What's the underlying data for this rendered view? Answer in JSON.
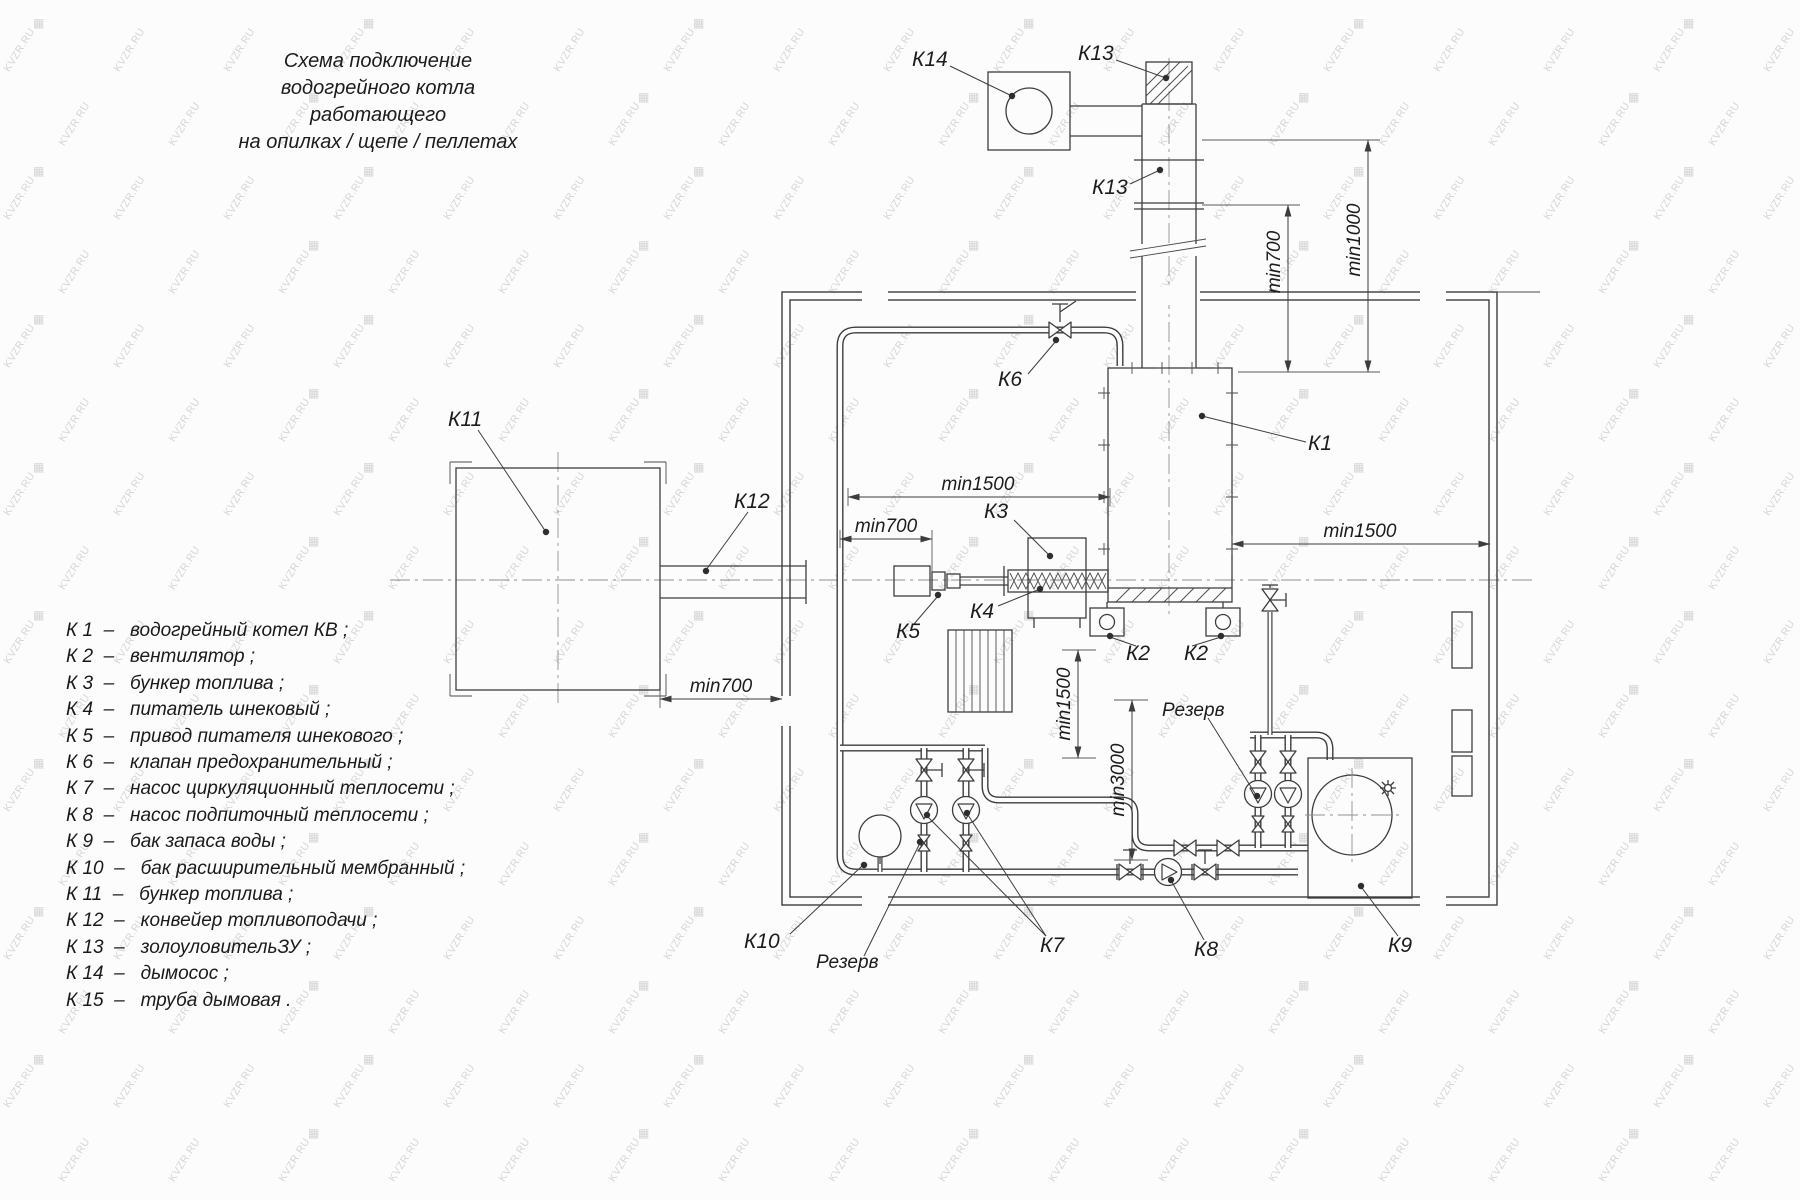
{
  "watermark": {
    "text": "KVZR.RU"
  },
  "title": {
    "lines": [
      "Схема подключение",
      "водогрейного котла работающего",
      "на опилках / щепе / пеллетах"
    ]
  },
  "legend": {
    "items": [
      "К 1  –   водогрейный котел КВ ;",
      "К 2  –   вентилятор ;",
      "К 3  –   бункер топлива ;",
      "К 4  –   питатель шнековый ;",
      "К 5  –   привод питателя шнекового ;",
      "К 6  –   клапан предохранительный ;",
      "К 7  –   насос циркуляционный теплосети ;",
      "К 8  –   насос подпиточный теплосети ;",
      "К 9  –   бак запаса воды ;",
      "К 10  –   бак расширительный мембранный ;",
      "К 11  –   бункер топлива ;",
      "К 12  –   конвейер топливоподачи ;",
      "К 13  –   золоуловительЗУ ;",
      "К 14  –   дымосос ;",
      "К 15  –   труба дымовая ."
    ]
  },
  "labels": {
    "k1": "К1",
    "k2a": "К2",
    "k2b": "К2",
    "k3": "К3",
    "k4": "К4",
    "k5": "К5",
    "k6": "К6",
    "k7": "К7",
    "k8": "К8",
    "k9": "К9",
    "k10": "К10",
    "k11": "К11",
    "k12": "К12",
    "k13_top": "К13",
    "k13_mid": "К13",
    "k14": "К14",
    "reserve_left": "Резерв",
    "reserve_right": "Резерв"
  },
  "dimensions": {
    "top_min700": "min700",
    "top_min1000": "min1000",
    "mid_min1500": "min1500",
    "mid_min700": "min700",
    "right_min1500": "min1500",
    "bottom_min700": "min700",
    "vert_min1500": "min1500",
    "vert_min3000": "min3000"
  }
}
